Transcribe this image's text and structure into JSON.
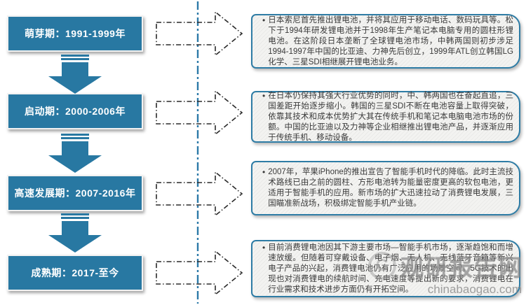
{
  "diagram": {
    "bullet": "•",
    "stages": [
      {
        "label": "萌芽期：1991-1999年",
        "description": "日本索尼首先推出锂电池，并将其应用于移动电话、数码玩具等。松下于1994年研发锂电池并于1998年生产笔记本电脑专用的圆柱形锂电池。在这阶段日本垄断了全球锂电池市场，中韩两国则初步涉足1994-1997年中国的比亚迪、力神先后创立，1999年ATL创立韩国LG化学、三星SDI相继展开锂电池业务。"
      },
      {
        "label": "启动期：2000-2006年",
        "description": "在日本仍保持其强大行业优势的同时，中、韩两国也在奋起直追，三国差距开始逐步缩小。韩国的三星SDI不断在电池容量上取得突破，依靠其技术和成本优势扩大其在传统手机和笔记本电脑电池市场的份额。中国的比亚迪以及力神等企业相继推出锂电池产品，并逐渐应用于传统手机、移动设备。"
      },
      {
        "label": "高速发展期：2007-2016年",
        "description": "2007年，苹果iPhone的推出宣告了智能手机时代的降临。此时主流技术路线已由之前的圆柱、方形电池转为能量密度更高的软包电池，更适用于智能手机的应用。新市场的扩大迅速拉动了消费锂电发展，三国瞄准新战场，积极绑定智能手机产业链。"
      },
      {
        "label": "成熟期：2017-至今",
        "description": "目前消费锂电池因其下游主要市场—智能手机市场，逐渐趋饱和而增速放缓。但随着可穿戴设备、电子烟、无人机、无线蓝牙音箱等新兴电子产品的兴起，消费锂电池仍有广泛应用的场景空间。5G技术的出现也对消费锂电的续航时间、充电速度等提出新的要求，消费锂电在行业需求和技术进步方面仍有开拓空间。"
      }
    ],
    "colors": {
      "stage_fill": "#2878a2",
      "desc_border": "#2e7ca5",
      "desc_background": "#f3f3f1",
      "divider_blue": "#2d7aa8",
      "dashed_arrow": "#2a2a2a",
      "text": "#3a3a3a"
    }
  },
  "watermark": {
    "logo_letter": "G",
    "site_name": "观研报告网",
    "domain": "chinabaogao.com"
  }
}
